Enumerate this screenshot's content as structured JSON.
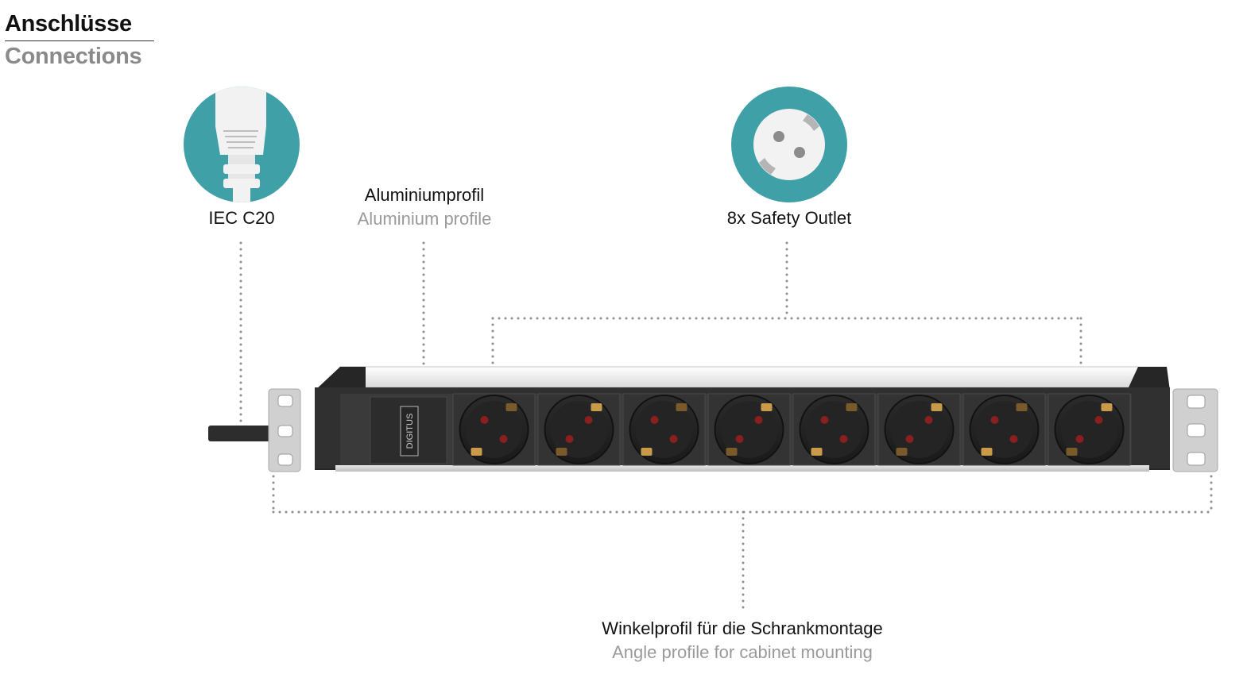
{
  "header": {
    "title_de": "Anschlüsse",
    "title_en": "Connections"
  },
  "callouts": {
    "iec": {
      "label": "IEC C20",
      "icon": "iec-c20-plug-icon"
    },
    "profile": {
      "label_de": "Aluminiumprofil",
      "label_en": "Aluminium profile"
    },
    "outlet": {
      "label": "8x Safety Outlet",
      "icon": "schuko-outlet-icon"
    },
    "angle": {
      "label_de": "Winkelprofil für die Schrankmontage",
      "label_en": "Angle profile for cabinet mounting"
    }
  },
  "product": {
    "brand": "DIGITUS",
    "outlet_count": 8
  },
  "colors": {
    "teal": "#3fa0a8",
    "dotted": "#8e8e8e"
  }
}
